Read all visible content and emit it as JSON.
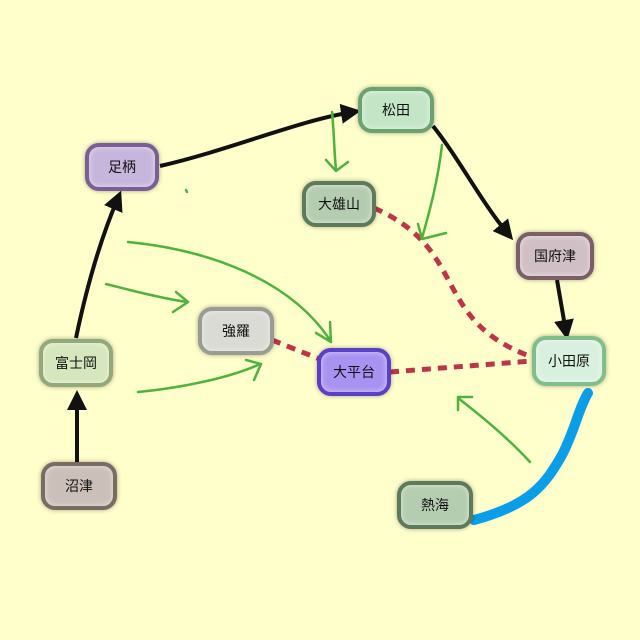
{
  "nodes": {
    "ashigara": "足柄",
    "matsuda": "松田",
    "daiyuzan": "大雄山",
    "kozu": "国府津",
    "odawara": "小田原",
    "gora": "強羅",
    "ohiradai": "大平台",
    "fujioka": "富士岡",
    "numazu": "沼津",
    "atami": "熱海"
  },
  "colors": {
    "background": "#ffffcc",
    "railway_edge": "#111111",
    "dashed_edge": "#c0344a",
    "annotation_arrow": "#4db33d",
    "highlight_stroke": "#0a9ee8"
  }
}
